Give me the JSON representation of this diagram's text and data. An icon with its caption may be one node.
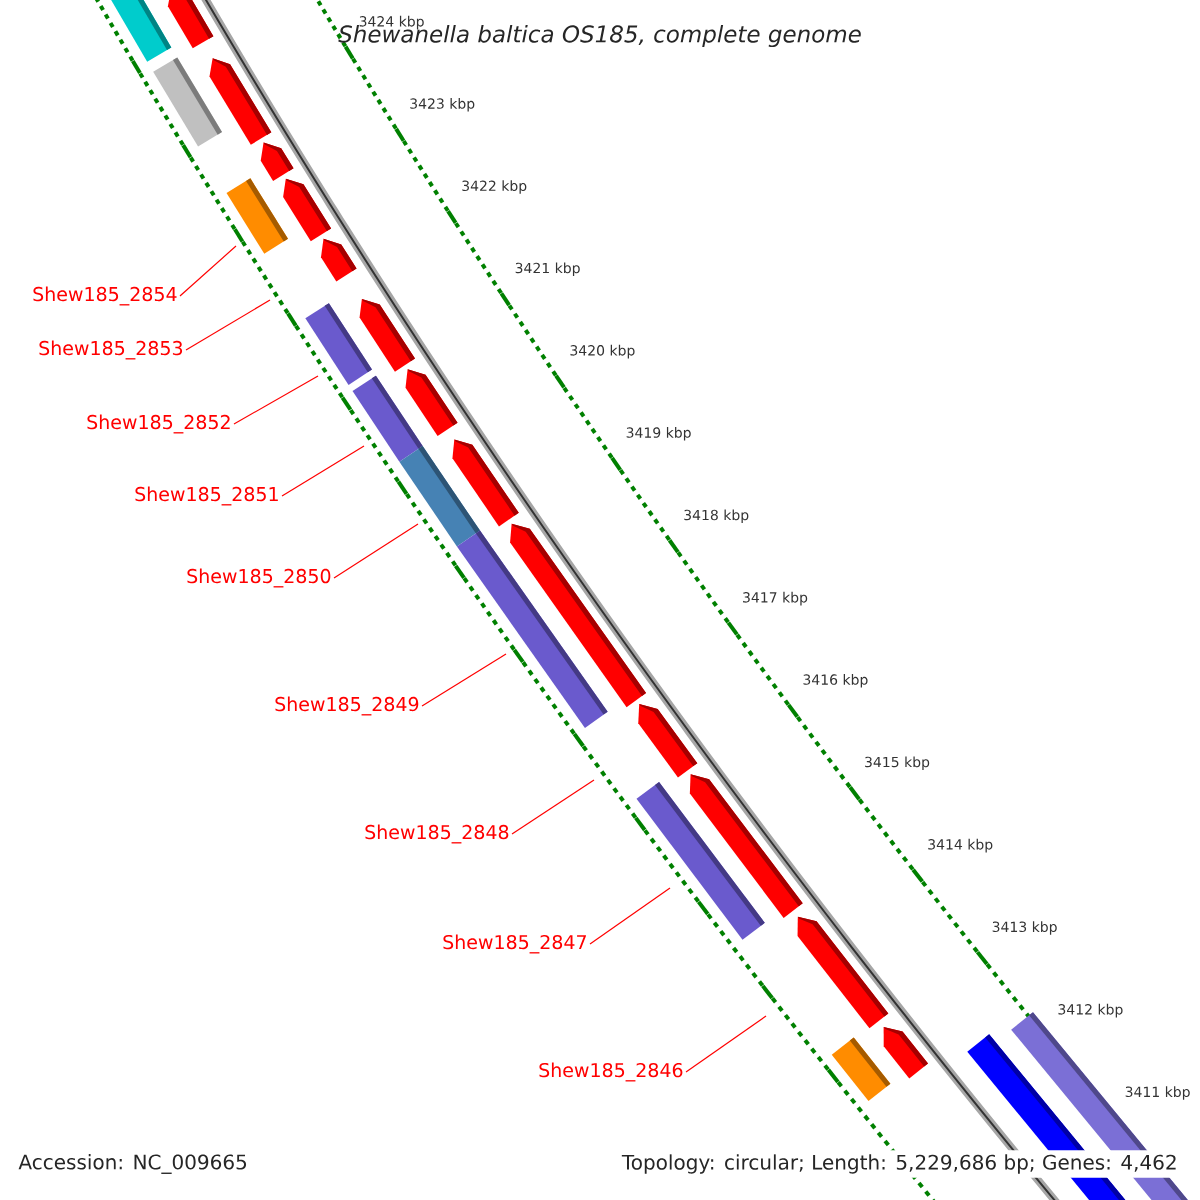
{
  "diagram": {
    "title": "Shewanella baltica OS185, complete genome",
    "nodes": [
      {
        "text": [
          "Shew185_2854"
        ]
      },
      {
        "text": [
          "Shew185_2853"
        ]
      },
      {
        "text": [
          "Shew185_2852"
        ]
      },
      {
        "text": [
          "Shew185_2851"
        ]
      },
      {
        "text": [
          "Shew185_2850"
        ]
      },
      {
        "text": [
          "Shew185_2849"
        ]
      },
      {
        "text": [
          "Shew185_2848"
        ]
      },
      {
        "text": [
          "Shew185_2847"
        ]
      },
      {
        "text": [
          "Shew185_2846"
        ]
      }
    ],
    "edges": [
      {
        "from": 0,
        "to": null,
        "arrow": "none"
      },
      {
        "from": 1,
        "to": null,
        "arrow": "none"
      },
      {
        "from": 2,
        "to": null,
        "arrow": "none"
      },
      {
        "from": 3,
        "to": null,
        "arrow": "none"
      },
      {
        "from": 4,
        "to": null,
        "arrow": "none"
      },
      {
        "from": 5,
        "to": null,
        "arrow": "none"
      },
      {
        "from": 6,
        "to": null,
        "arrow": "none"
      },
      {
        "from": 7,
        "to": null,
        "arrow": "none"
      },
      {
        "from": 8,
        "to": null,
        "arrow": "none"
      }
    ],
    "labels": [
      "3424 kbp",
      "3423 kbp",
      "3422 kbp",
      "3421 kbp",
      "3420 kbp",
      "3419 kbp",
      "3418 kbp",
      "3417 kbp",
      "3416 kbp",
      "3415 kbp",
      "3414 kbp",
      "3413 kbp",
      "3412 kbp",
      "3411 kbp",
      "Accession: NC_009665",
      "Topology: circular; Length: 5,229,686 bp; Genes: 4,462"
    ]
  }
}
